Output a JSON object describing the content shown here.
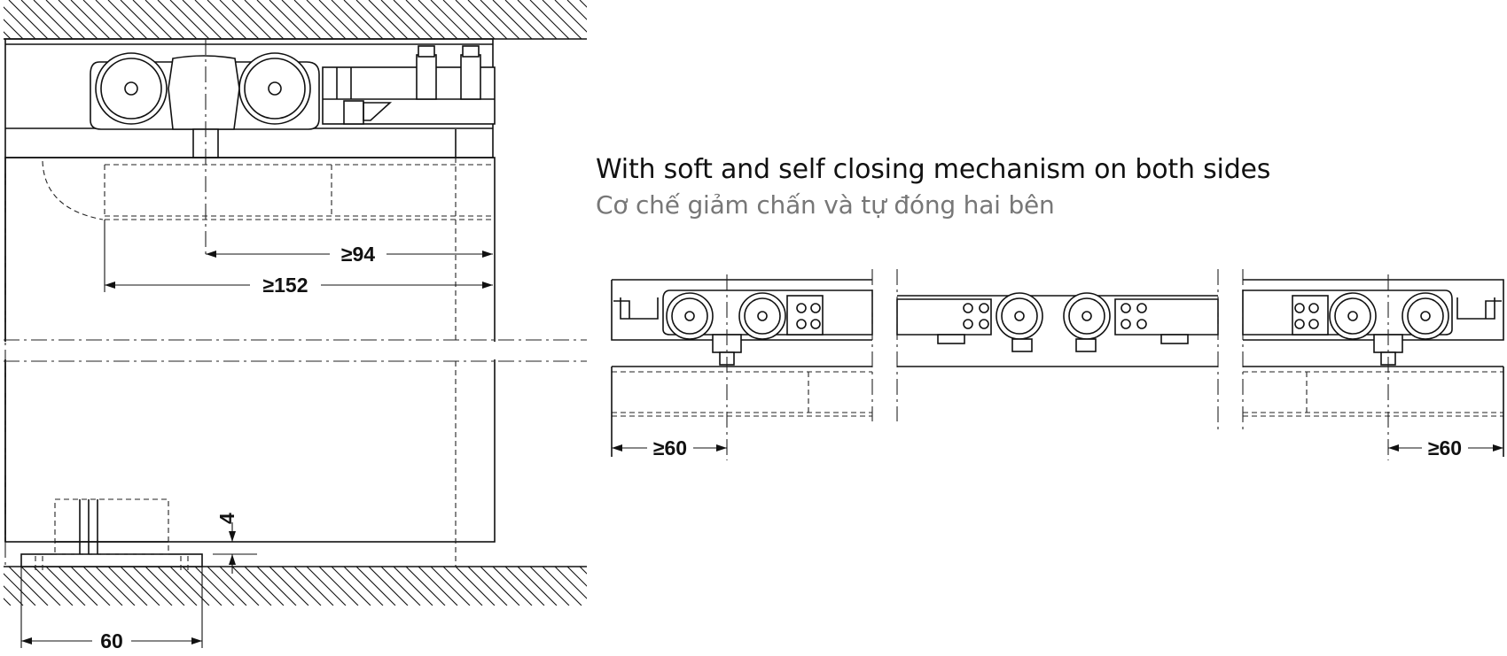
{
  "heading": {
    "en": "With soft and self closing mechanism on both sides",
    "vi": "Cơ chế giảm chấn và tự đóng hai bên"
  },
  "dimensions": {
    "top_inner": "≥94",
    "top_outer": "≥152",
    "gap": "4",
    "guide_width": "60",
    "side_left": "≥60",
    "side_right": "≥60"
  }
}
